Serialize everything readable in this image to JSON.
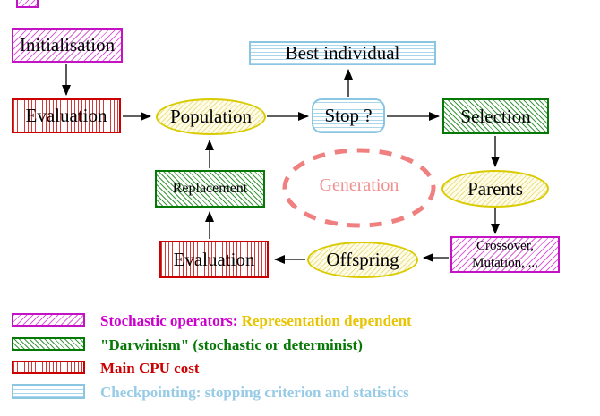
{
  "diagram": {
    "nodes": {
      "initialisation": "Initialisation",
      "evaluation_top": "Evaluation",
      "population": "Population",
      "best_individual": "Best individual",
      "stop": "Stop ?",
      "selection": "Selection",
      "parents": "Parents",
      "replacement": "Replacement",
      "generation": "Generation",
      "offspring": "Offspring",
      "evaluation_bottom": "Evaluation",
      "crossover_line1": "Crossover,",
      "crossover_line2": "Mutation, ..."
    },
    "colors": {
      "stochastic_magenta": "#cc00cc",
      "darwinism_green": "#067806",
      "cpu_red": "#cc0000",
      "checkpoint_cyan": "#8ac6e2",
      "data_yellow": "#d9cb00",
      "generation_salmon": "#f08080",
      "arrow_black": "#000000"
    }
  },
  "legend": {
    "stochastic": {
      "label": "Stochastic operators:",
      "detail": "Representation dependent"
    },
    "darwinism": {
      "label": "\"Darwinism\" (stochastic or determinist)"
    },
    "cpu": {
      "label": "Main CPU cost"
    },
    "checkpointing": {
      "label": "Checkpointing: stopping criterion and statistics"
    }
  }
}
